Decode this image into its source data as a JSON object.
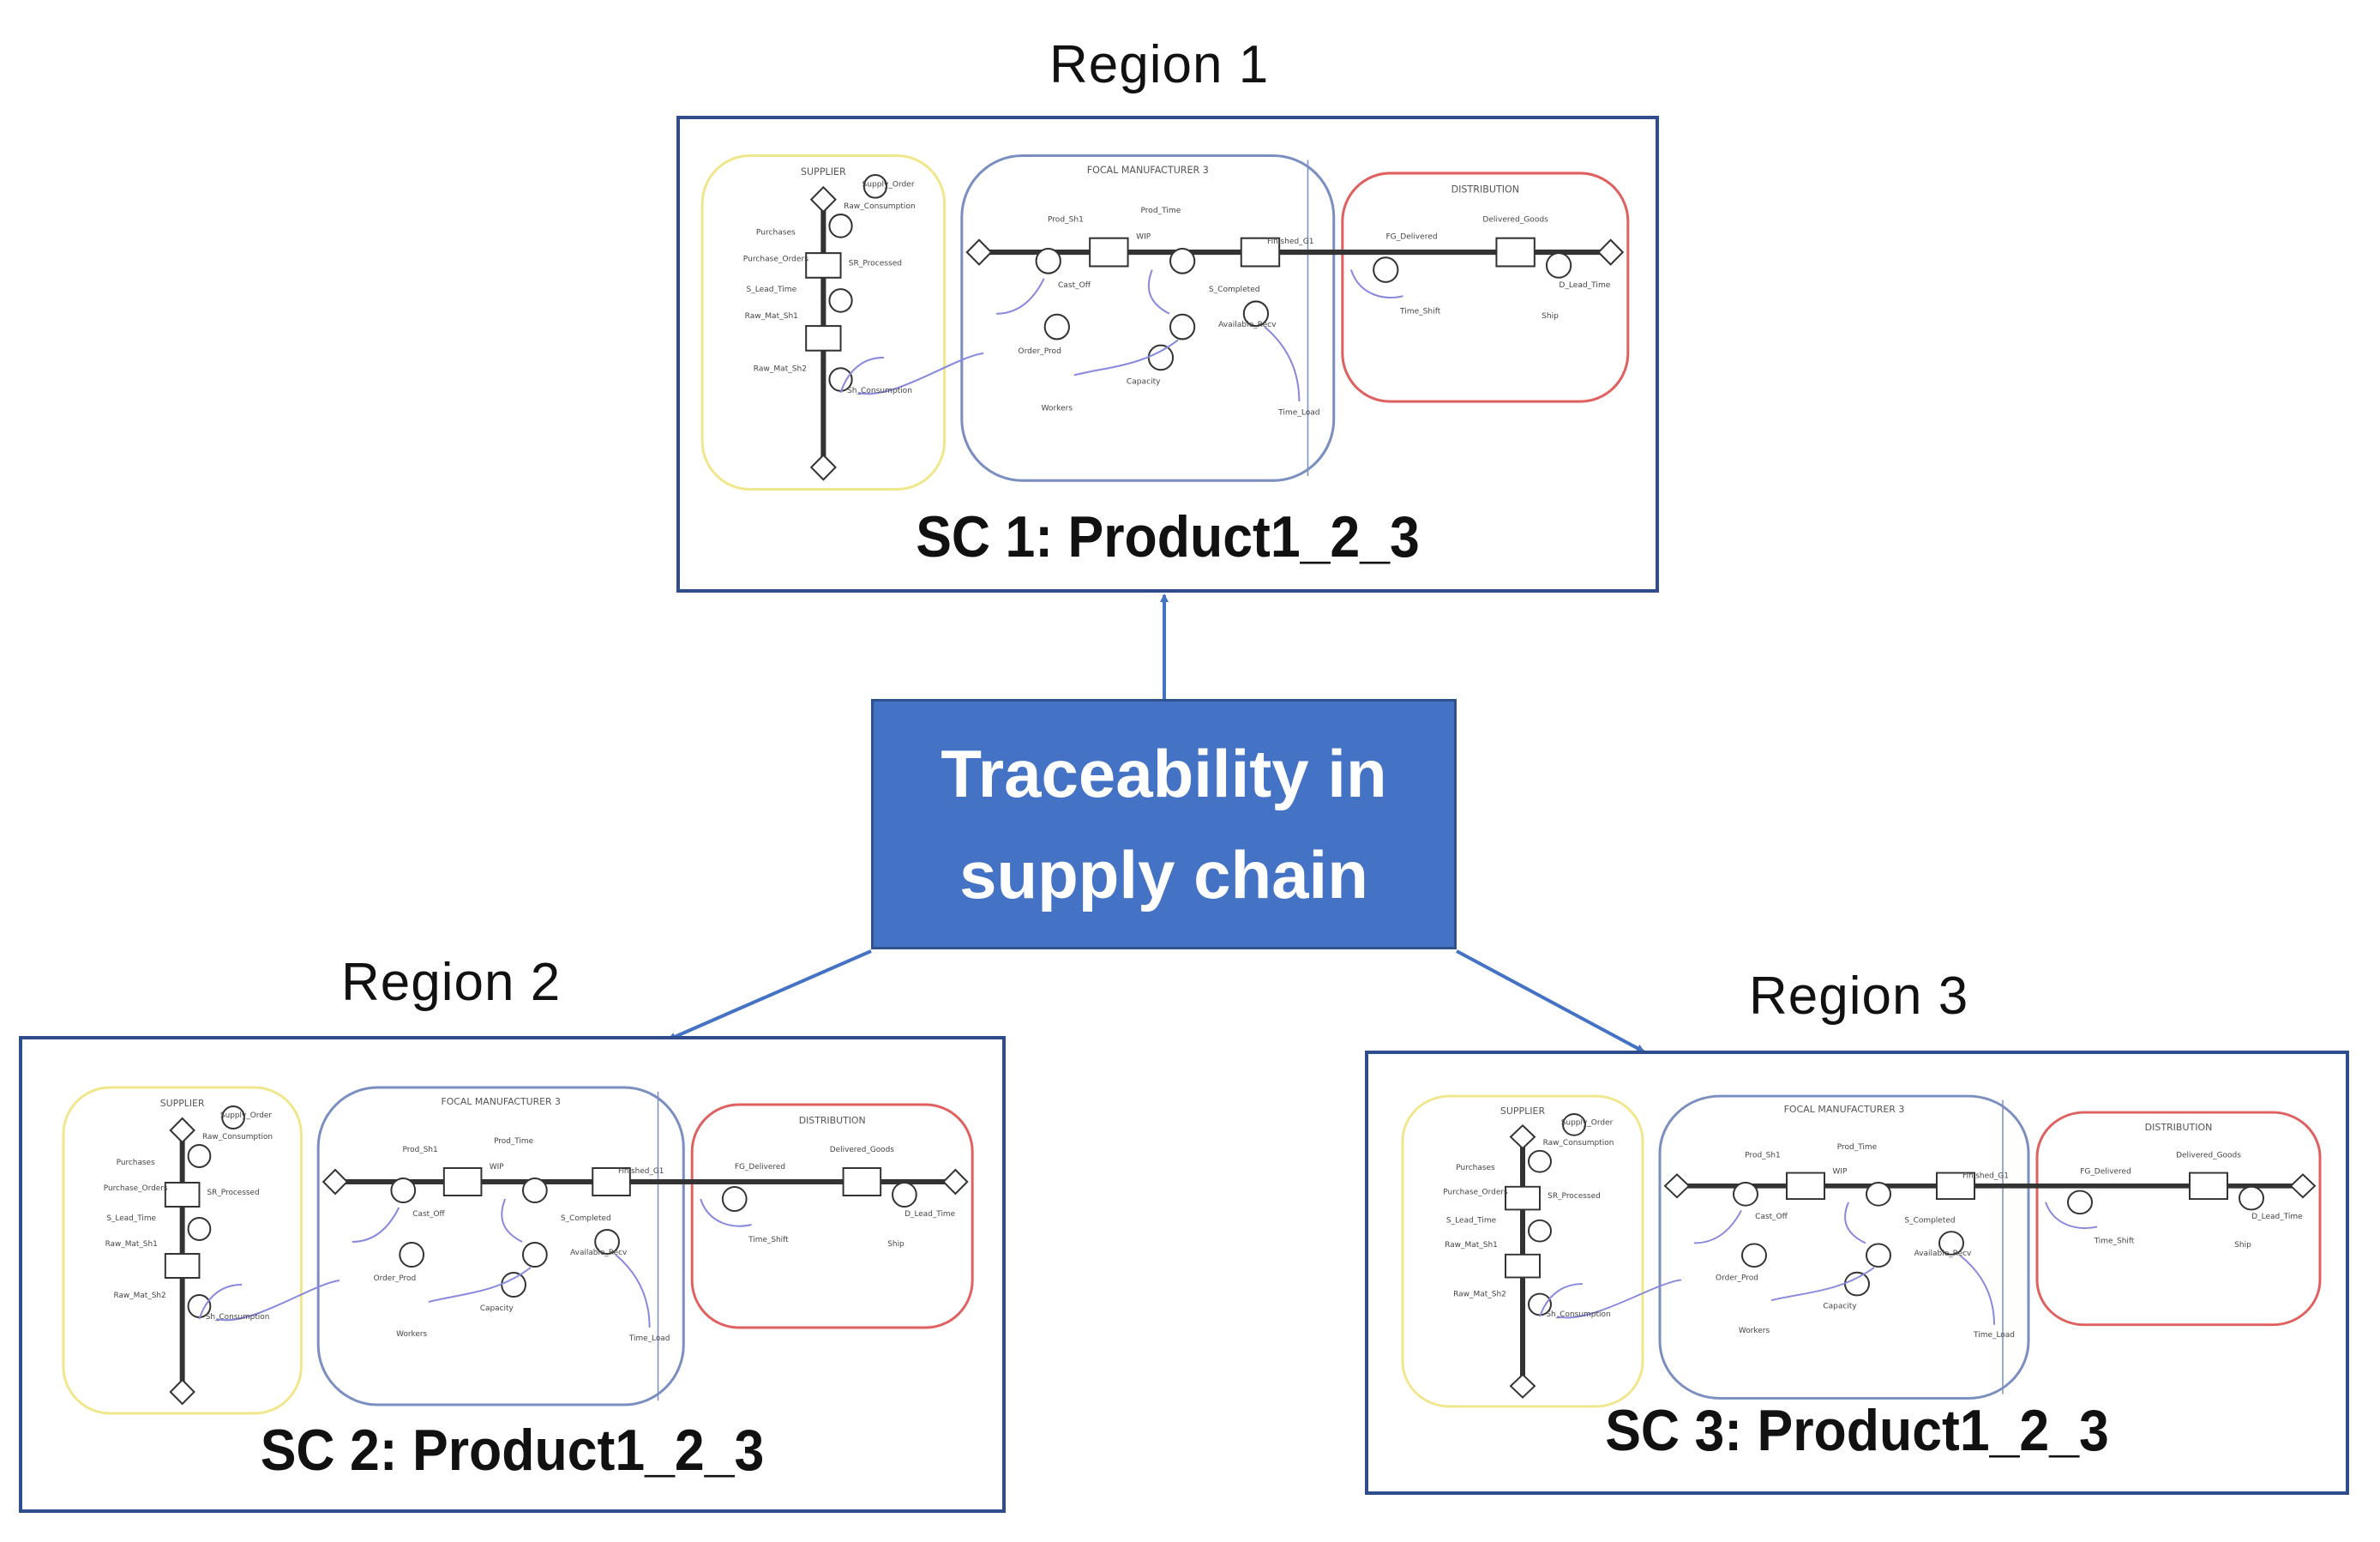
{
  "center": {
    "line1": "Traceability in",
    "line2": "supply chain"
  },
  "regions": [
    {
      "label": "Region 1",
      "sc_title": "SC 1: Product1_2_3"
    },
    {
      "label": "Region 2",
      "sc_title": "SC 2: Product1_2_3"
    },
    {
      "label": "Region 3",
      "sc_title": "SC 3: Product1_2_3"
    }
  ],
  "model": {
    "panels": [
      "SUPPLIER",
      "FOCAL MANUFACTURER 3",
      "DISTRIBUTION"
    ],
    "labels": [
      "Supply_Order",
      "Raw_Consumption",
      "Purchases",
      "Purchase_Orders",
      "SR_Processed",
      "S_Lead_Time",
      "Raw_Mat_Sh1",
      "Raw_Mat_Sh2",
      "Sh_Consumption",
      "Prod_Sh1",
      "Prod_Time",
      "WIP",
      "Finished_G1",
      "FG_Delivered",
      "Delivered_Goods",
      "Cast_Off",
      "S_Completed",
      "Available_Recv",
      "Order_Prod",
      "Capacity",
      "Workers",
      "Time_Load",
      "Time_Shift",
      "Ship",
      "D_Lead_Time"
    ]
  },
  "colors": {
    "box_border": "#2f4d8c",
    "center_fill": "#4472c4",
    "supplier": "#f0e68c",
    "focal": "#7a8fc0",
    "distribution": "#e06060",
    "arrow": "#4472c4"
  }
}
